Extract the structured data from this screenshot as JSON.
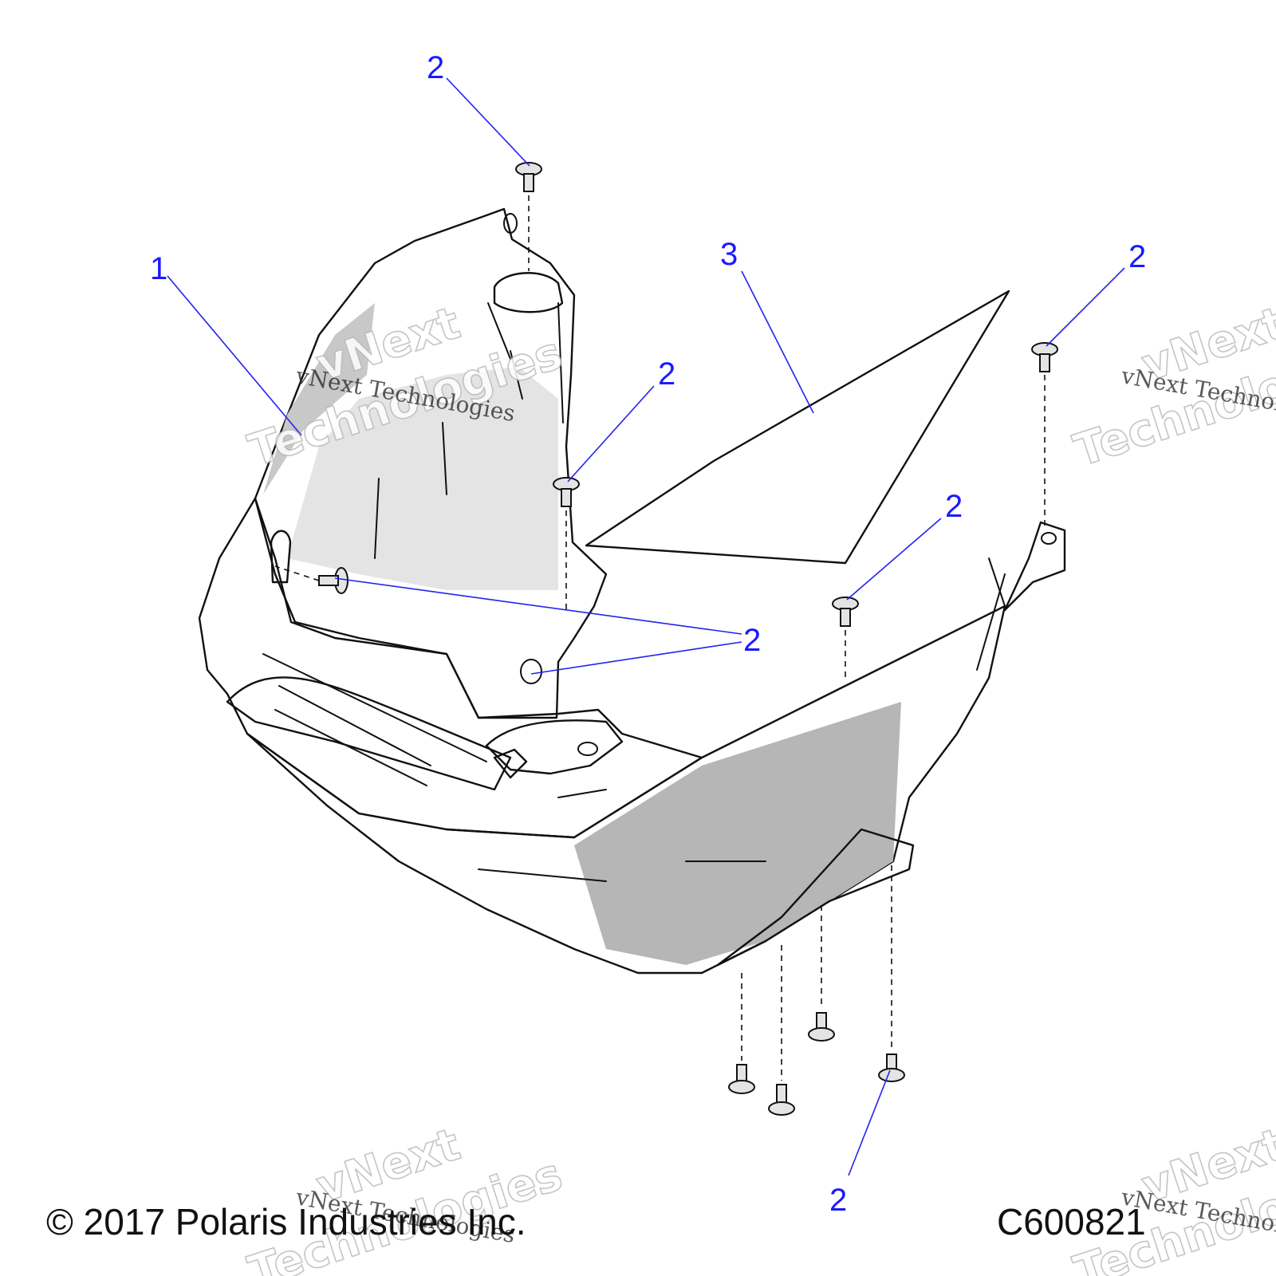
{
  "diagram": {
    "callouts": [
      {
        "id": "c1",
        "label": "1"
      },
      {
        "id": "c2a",
        "label": "2"
      },
      {
        "id": "c2b",
        "label": "2"
      },
      {
        "id": "c2c",
        "label": "2"
      },
      {
        "id": "c2d",
        "label": "2"
      },
      {
        "id": "c2e",
        "label": "2"
      },
      {
        "id": "c2f",
        "label": "2"
      },
      {
        "id": "c3",
        "label": "3"
      }
    ],
    "copyright": "© 2017 Polaris Industries Inc.",
    "figure_code": "C600821",
    "watermark": {
      "line": "vNext Technologies",
      "big_word1": "vNext",
      "big_word2": "Technologies"
    }
  }
}
